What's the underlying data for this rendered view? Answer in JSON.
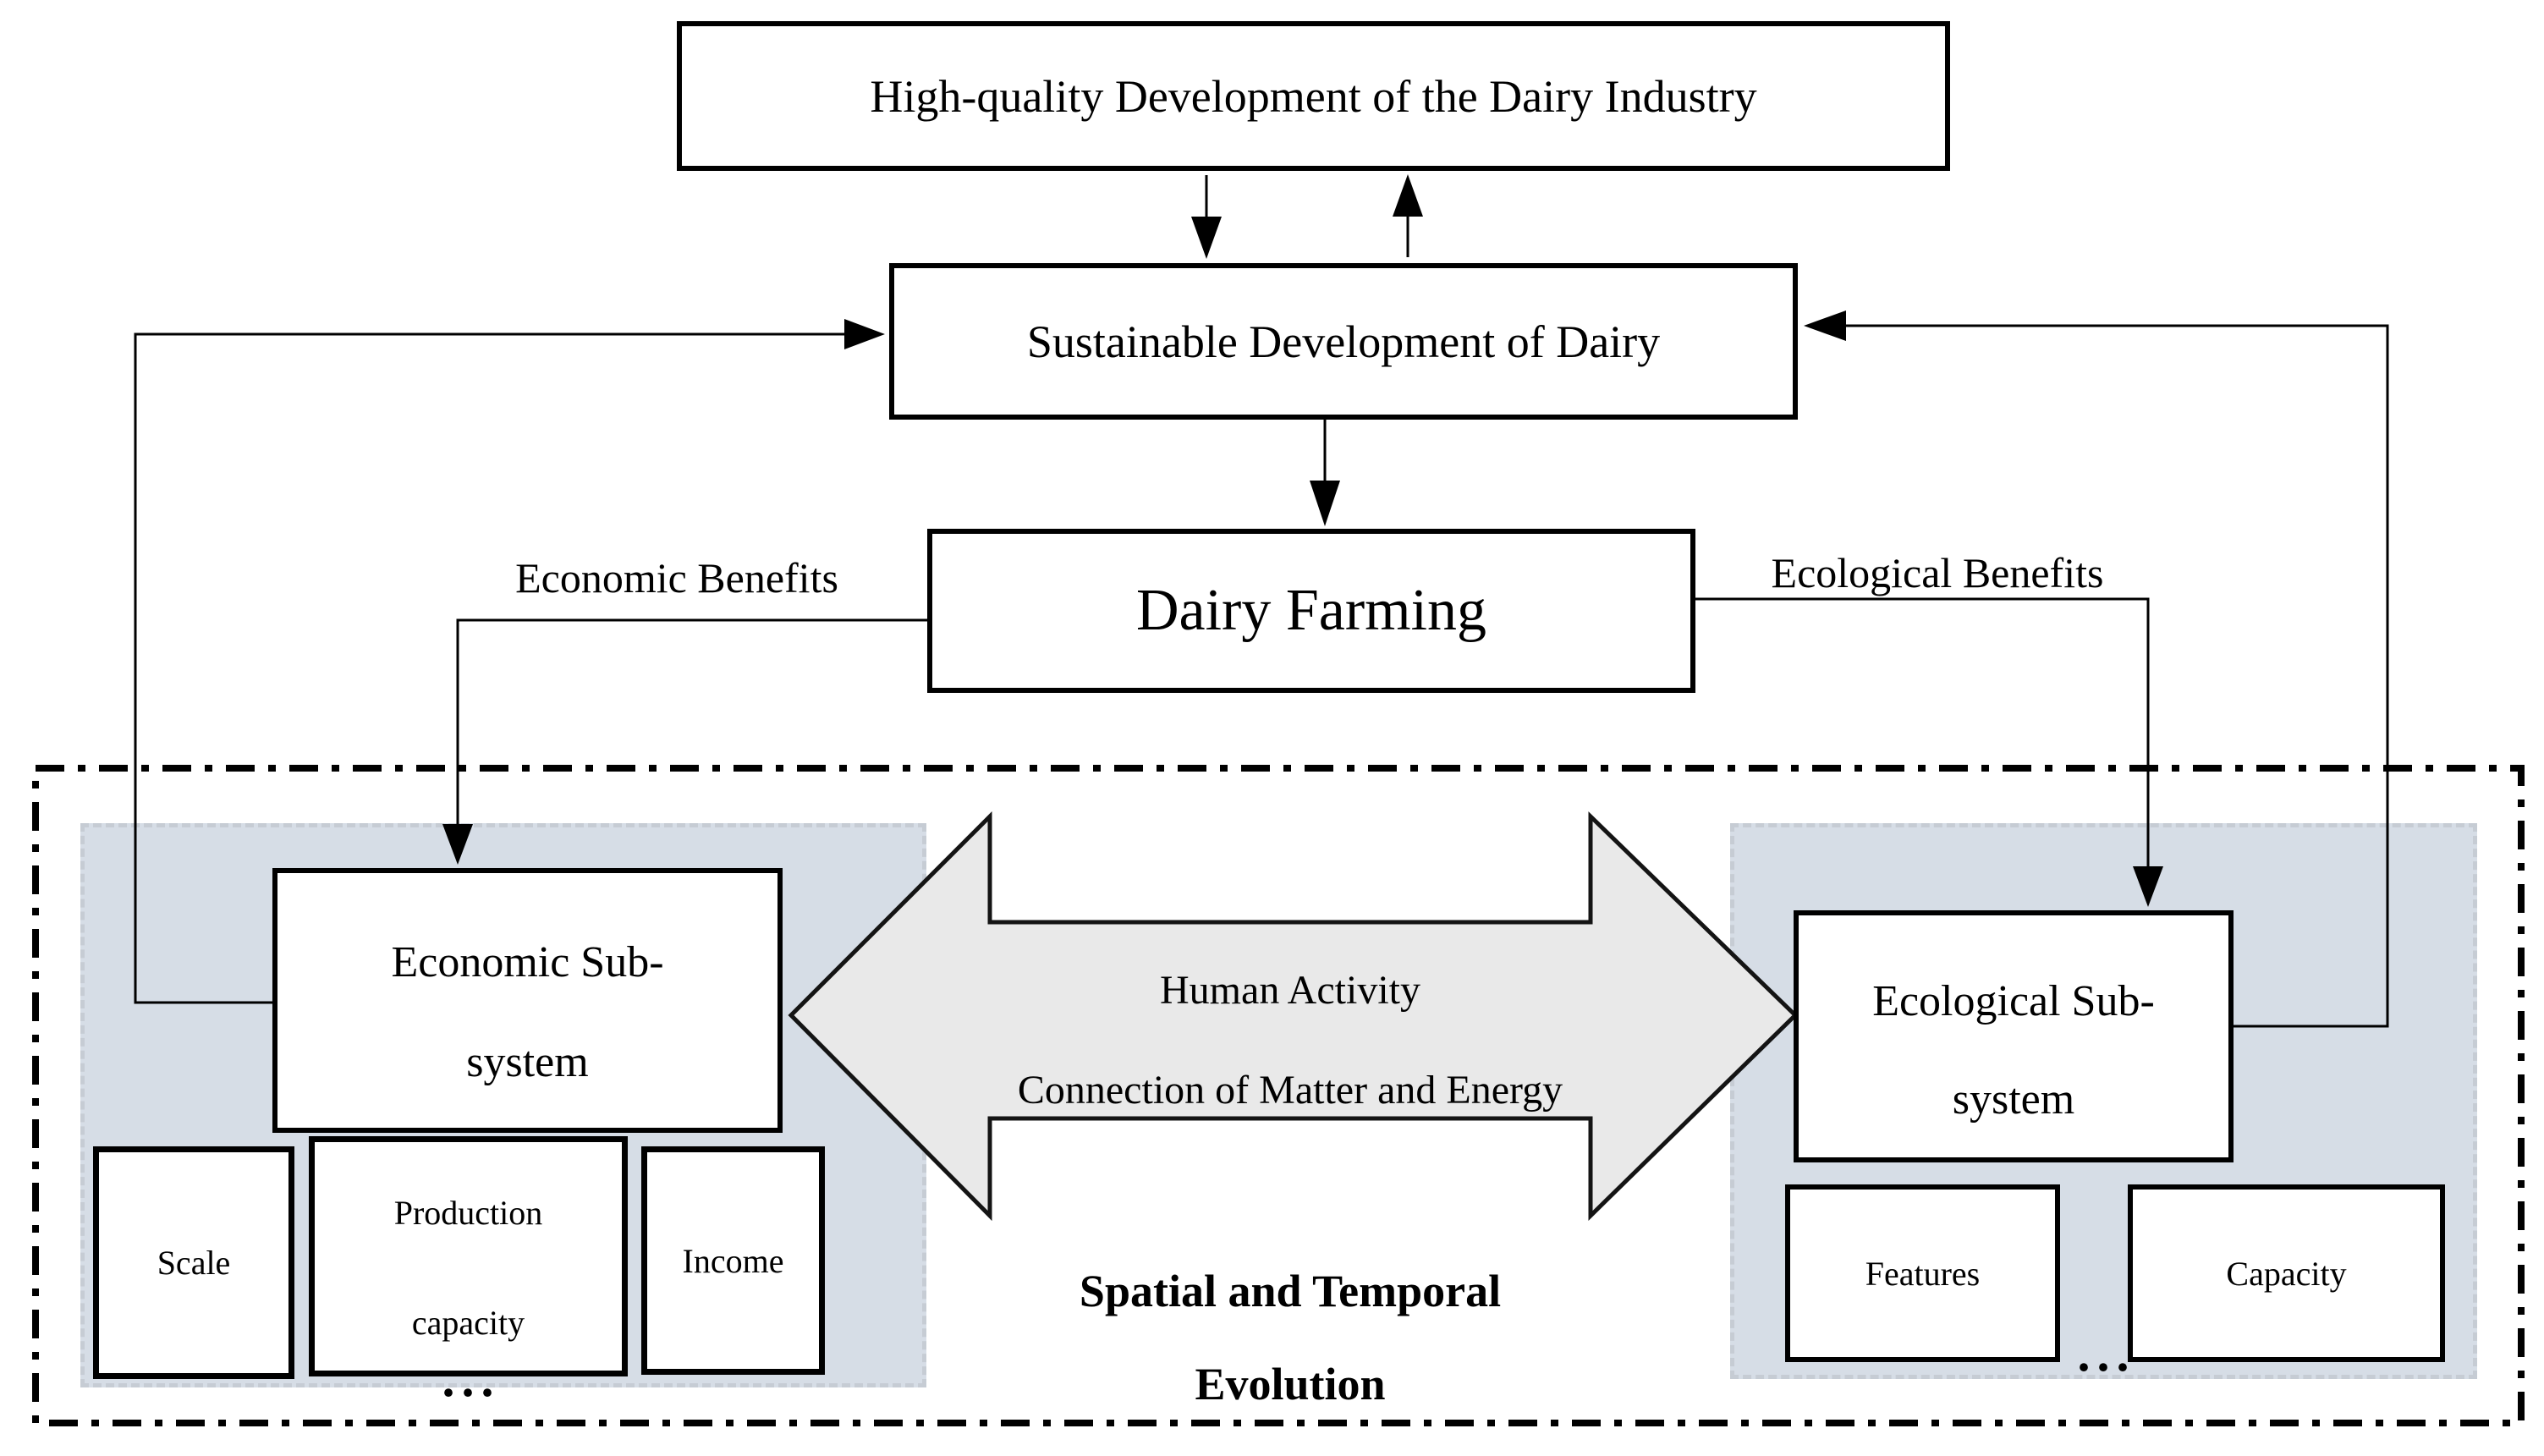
{
  "diagram": {
    "boxes": {
      "top": "High-quality Development of the Dairy Industry",
      "sustainable": "Sustainable Development of Dairy",
      "dairy_farming": "Dairy Farming",
      "economic_subsystem": {
        "line1": "Economic Sub-",
        "line2": "system"
      },
      "ecological_subsystem": {
        "line1": "Ecological Sub-",
        "line2": "system"
      },
      "scale": "Scale",
      "production": {
        "line1": "Production",
        "line2": "capacity"
      },
      "income": "Income",
      "features": "Features",
      "capacity": "Capacity"
    },
    "labels": {
      "economic_benefits": "Economic Benefits",
      "ecological_benefits": "Ecological Benefits",
      "human_activity": "Human Activity",
      "connection": "Connection of Matter and Energy",
      "evolution_line1": "Spatial and Temporal",
      "evolution_line2": "Evolution",
      "ellipsis_left": "...",
      "ellipsis_right": "..."
    },
    "colors": {
      "panel_fill": "#d6dde6",
      "panel_border": "#c6ccd4",
      "arrow_fill": "#e9e9e9",
      "line": "#000000",
      "box_background": "#ffffff"
    }
  }
}
